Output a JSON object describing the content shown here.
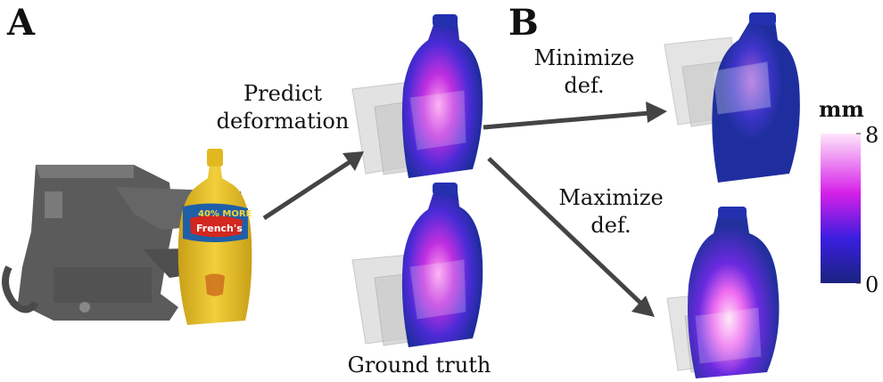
{
  "panels": {
    "a": "A",
    "b": "B"
  },
  "labels": {
    "predict_line1": "Predict",
    "predict_line2": "deformation",
    "minimize_line1": "Minimize",
    "minimize_line2": "def.",
    "maximize_line1": "Maximize",
    "maximize_line2": "def.",
    "ground_truth": "Ground truth"
  },
  "colorbar": {
    "unit": "mm",
    "max_label": "8",
    "min_label": "0"
  },
  "bottle_label": {
    "line1": "40% MORE",
    "line2": "French's"
  },
  "colors": {
    "arrow": "#444444",
    "gripper": "#5a5a5a",
    "mustard": "#e8c22a",
    "deform_low": "#1f2a8a",
    "deform_mid": "#6a2ae0",
    "deform_high": "#ffd6f6"
  }
}
